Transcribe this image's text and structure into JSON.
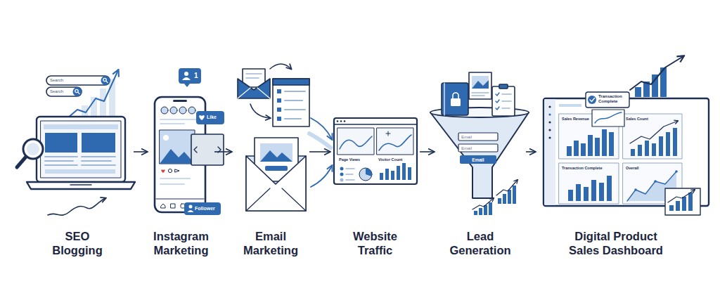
{
  "diagram": {
    "nodes": [
      {
        "text": [
          "SEO Blogging"
        ]
      },
      {
        "text": [
          "Instagram Marketing"
        ]
      },
      {
        "text": [
          "Email Marketing"
        ]
      },
      {
        "text": [
          "Website Traffic"
        ]
      },
      {
        "text": [
          "Lead Generation"
        ]
      },
      {
        "text": [
          "Digital Product Sales Dashboard"
        ]
      }
    ],
    "edges": [
      {
        "from": 0,
        "to": 1,
        "arrow": "to"
      },
      {
        "from": 1,
        "to": 2,
        "arrow": "to"
      },
      {
        "from": 2,
        "to": 3,
        "arrow": "to"
      },
      {
        "from": 3,
        "to": 4,
        "arrow": "to"
      },
      {
        "from": 4,
        "to": 5,
        "arrow": "to"
      }
    ],
    "labels": [
      "Search",
      "Search",
      "1",
      "Like",
      "Follower",
      "Page Views",
      "Visitor Count",
      "Email",
      "Email",
      "Email",
      "Transaction Complete",
      "Sales Revenue",
      "Sales Count",
      "Transaction Complete",
      "Overall"
    ]
  }
}
